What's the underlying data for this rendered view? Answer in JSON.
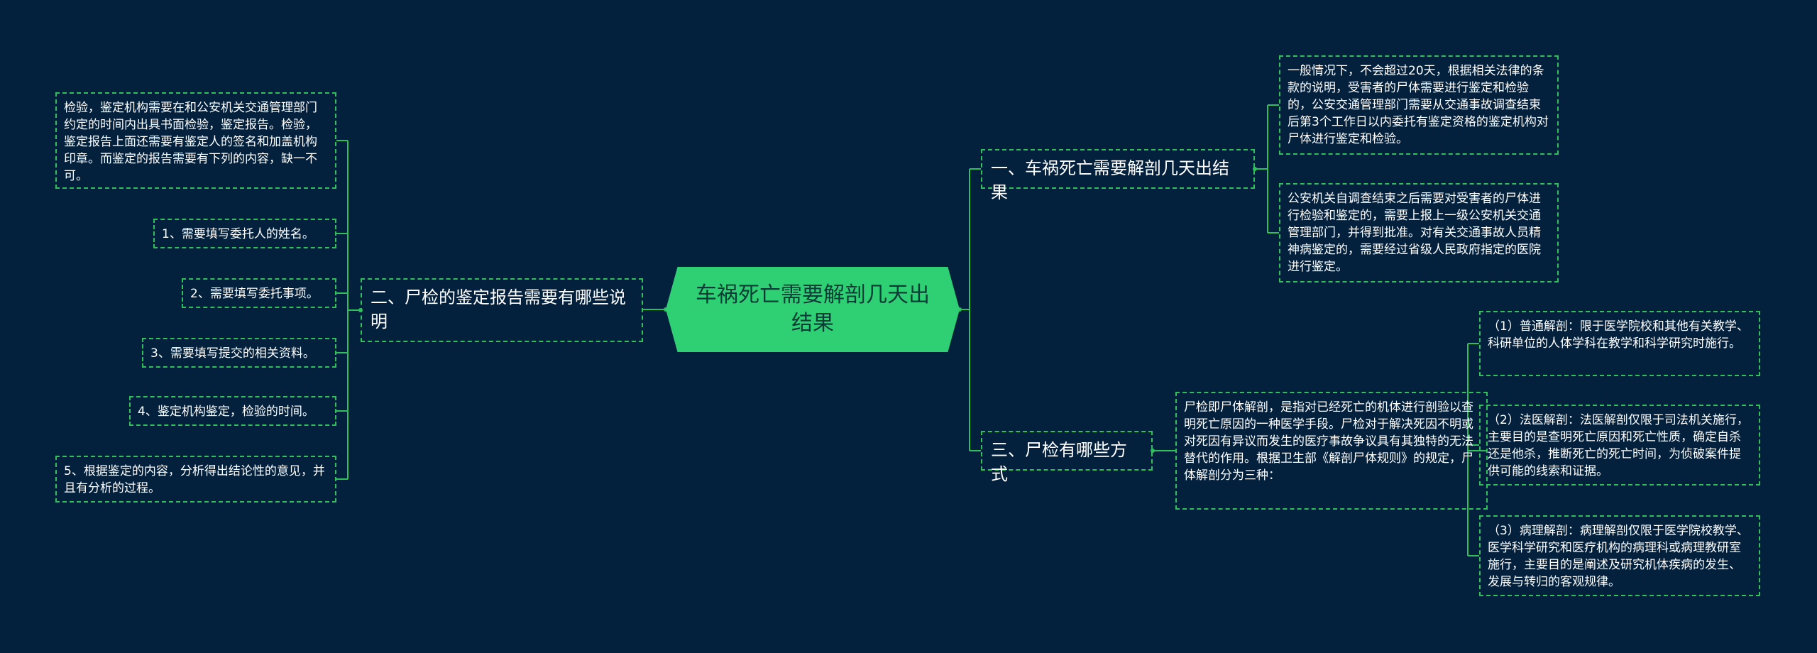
{
  "center": {
    "title": "车祸死亡需要解剖几天出结果"
  },
  "branches": {
    "b1": {
      "label": "一、车祸死亡需要解剖几天出结果",
      "children": [
        "一般情况下，不会超过20天，根据相关法律的条款的说明，受害者的尸体需要进行鉴定和检验的，公安交通管理部门需要从交通事故调查结束后第3个工作日以内委托有鉴定资格的鉴定机构对尸体进行鉴定和检验。",
        "公安机关自调查结束之后需要对受害者的尸体进行检验和鉴定的，需要上报上一级公安机关交通管理部门，并得到批准。对有关交通事故人员精神病鉴定的，需要经过省级人民政府指定的医院进行鉴定。"
      ]
    },
    "b2": {
      "label": "二、尸检的鉴定报告需要有哪些说明",
      "children": [
        "检验，鉴定机构需要在和公安机关交通管理部门约定的时间内出具书面检验，鉴定报告。检验，鉴定报告上面还需要有鉴定人的签名和加盖机构印章。而鉴定的报告需要有下列的内容，缺一不可。",
        "1、需要填写委托人的姓名。",
        "2、需要填写委托事项。",
        "3、需要填写提交的相关资料。",
        "4、鉴定机构鉴定，检验的时间。",
        "5、根据鉴定的内容，分析得出结论性的意见，并且有分析的过程。"
      ]
    },
    "b3": {
      "label": "三、尸检有哪些方式",
      "intro": "尸检即尸体解剖，是指对已经死亡的机体进行剖验以查明死亡原因的一种医学手段。尸检对于解决死因不明或对死因有异议而发生的医疗事故争议具有其独特的无法替代的作用。根据卫生部《解剖尸体规则》的规定，尸体解剖分为三种：",
      "children": [
        "（1）普通解剖：限于医学院校和其他有关教学、科研单位的人体学科在教学和科学研究时施行。",
        "（2）法医解剖：法医解剖仅限于司法机关施行，主要目的是查明死亡原因和死亡性质，确定自杀还是他杀，推断死亡的死亡时间，为侦破案件提供可能的线索和证据。",
        "（3）病理解剖：病理解剖仅限于医学院校教学、医学科学研究和医疗机构的病理科或病理教研室施行，主要目的是阐述及研究机体疾病的发生、发展与转归的客观规律。"
      ]
    }
  },
  "colors": {
    "background": "#03213d",
    "center_fill": "#2fd073",
    "center_text": "#0b3c35",
    "line": "#2fbf5b",
    "text": "#ffffff"
  }
}
